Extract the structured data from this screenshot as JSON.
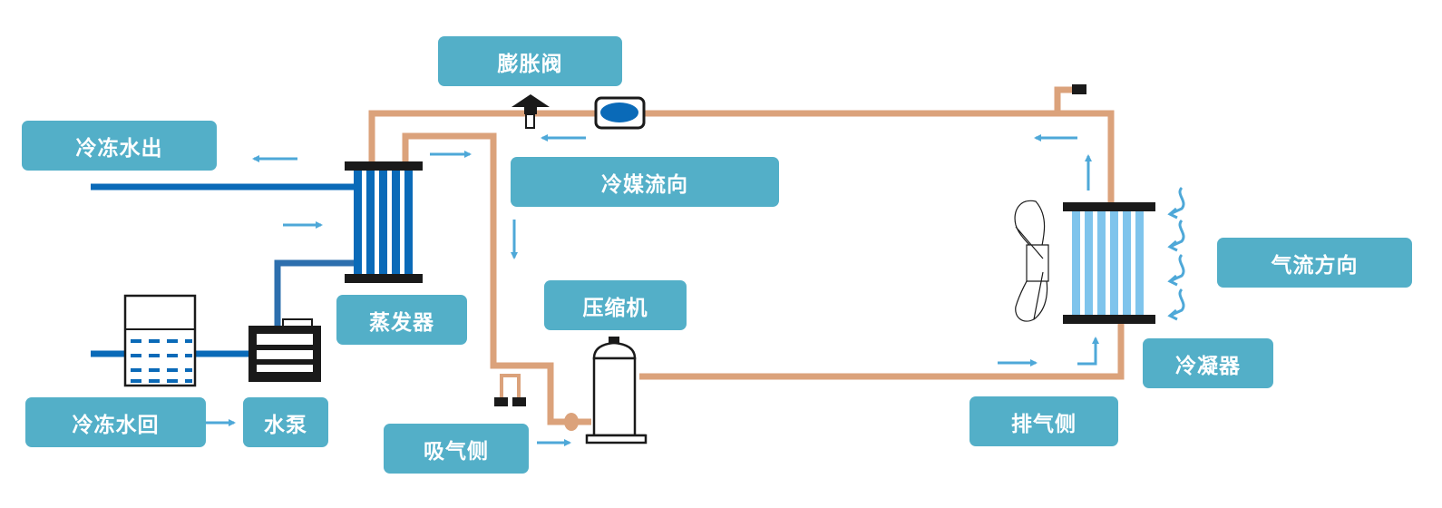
{
  "labels": {
    "expansion_valve": "膨胀阀",
    "chilled_water_out": "冷冻水出",
    "refrigerant_flow": "冷媒流向",
    "evaporator": "蒸发器",
    "compressor": "压缩机",
    "chilled_water_return": "冷冻水回",
    "water_pump": "水泵",
    "suction_side": "吸气侧",
    "discharge_side": "排气侧",
    "airflow_direction": "气流方向",
    "condenser": "冷凝器"
  },
  "colors": {
    "label_bg": "#53afc8",
    "refrigerant_pipe": "#dba27b",
    "water_pipe": "#0a6ab8",
    "water_pipe_return": "#2d6fae",
    "arrow": "#4ea8d8",
    "dark": "#1a1a1a",
    "tube_blue": "#0a6ab8",
    "tube_light": "#7fc4ec"
  },
  "icons": [
    "evaporator-icon",
    "condenser-icon",
    "compressor-icon",
    "water-pump-icon",
    "water-tank-icon",
    "fan-icon",
    "expansion-valve-icon"
  ]
}
